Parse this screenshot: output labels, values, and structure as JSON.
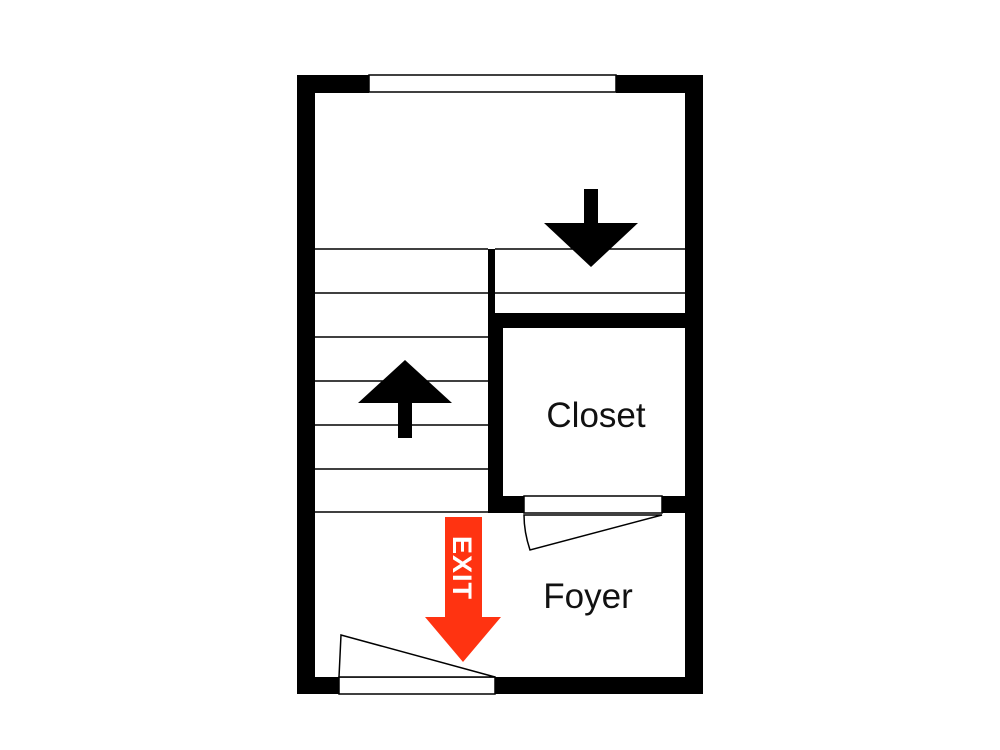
{
  "rooms": {
    "closet": "Closet",
    "foyer": "Foyer"
  },
  "exit_sign": {
    "label": "EXIT"
  },
  "colors": {
    "wall": "#000000",
    "exit": "#ff3311",
    "stair_line": "#000000",
    "background": "#ffffff"
  }
}
